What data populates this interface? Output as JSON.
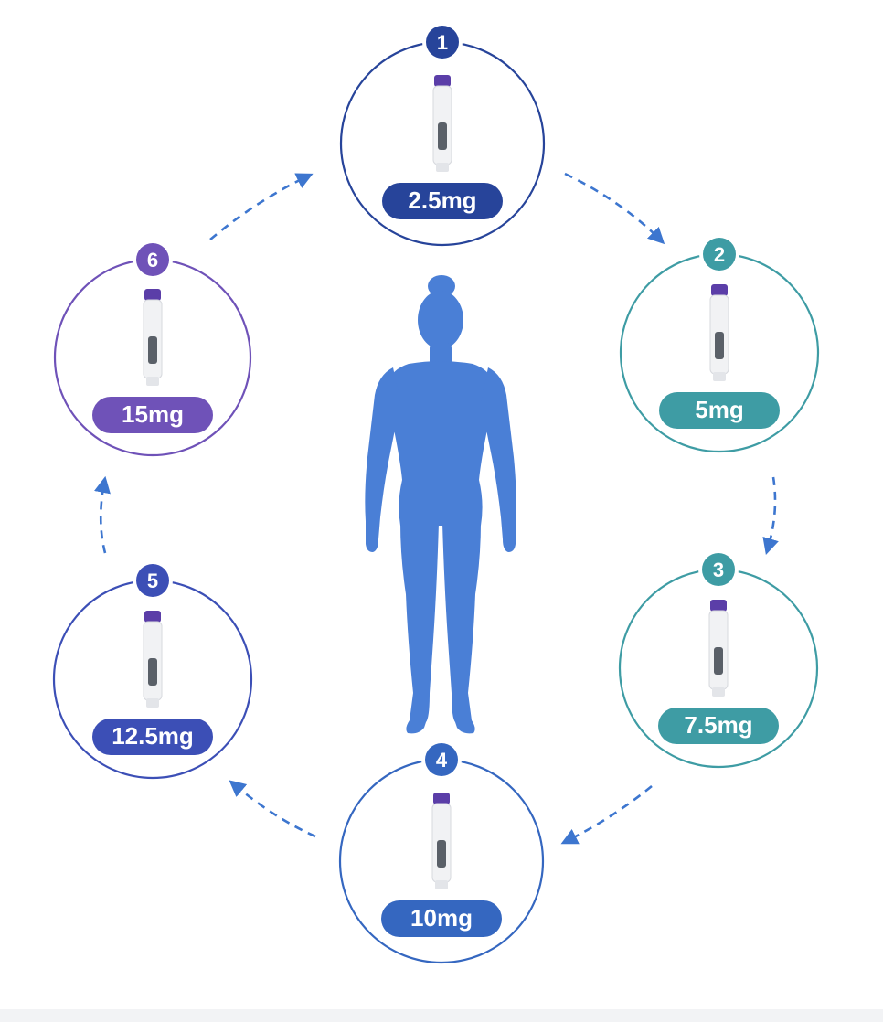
{
  "colors": {
    "background": "#ffffff",
    "arrow": "#3d76cf",
    "body_figure": "#4a7fd6",
    "pen_body": "#f1f2f4",
    "pen_cap": "#5b3ea8",
    "pen_window": "#5a6068"
  },
  "steps": [
    {
      "number": "1",
      "dose": "2.5mg",
      "color": "#27449a"
    },
    {
      "number": "2",
      "dose": "5mg",
      "color": "#3e9ca4"
    },
    {
      "number": "3",
      "dose": "7.5mg",
      "color": "#3e9ca4"
    },
    {
      "number": "4",
      "dose": "10mg",
      "color": "#3567c0"
    },
    {
      "number": "5",
      "dose": "12.5mg",
      "color": "#3c4fb6"
    },
    {
      "number": "6",
      "dose": "15mg",
      "color": "#6f52b8"
    }
  ],
  "icons": {
    "pen": "injection-pen-icon",
    "body": "human-body-icon",
    "arrow": "dashed-arrow-icon"
  }
}
